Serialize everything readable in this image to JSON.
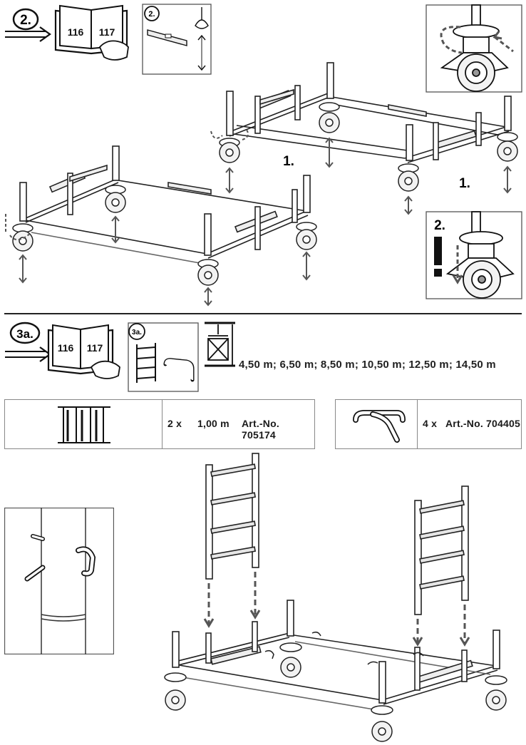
{
  "step2": {
    "badge": "2.",
    "manual_pages": [
      "116",
      "117"
    ],
    "detail_badge": "2.",
    "label_raise": "1.",
    "label_lower": "2."
  },
  "step3a": {
    "badge": "3a.",
    "manual_pages": [
      "116",
      "117"
    ],
    "detail_badge": "3a.",
    "heights": "4,50 m; 6,50 m; 8,50 m; 10,50 m; 12,50 m; 14,50 m"
  },
  "parts": [
    {
      "qty": "2 x",
      "size": "1,00 m",
      "art": "Art.-No. 705174",
      "icon": "ladder-frame-icon"
    },
    {
      "qty": "4 x",
      "size": "",
      "art": "Art.-No. 704405",
      "icon": "bent-pin-icon"
    }
  ],
  "colors": {
    "line": "#1a1a1a",
    "frame": "#333333",
    "mid_gray": "#8c8c8c",
    "light_gray": "#d9d9d9"
  }
}
